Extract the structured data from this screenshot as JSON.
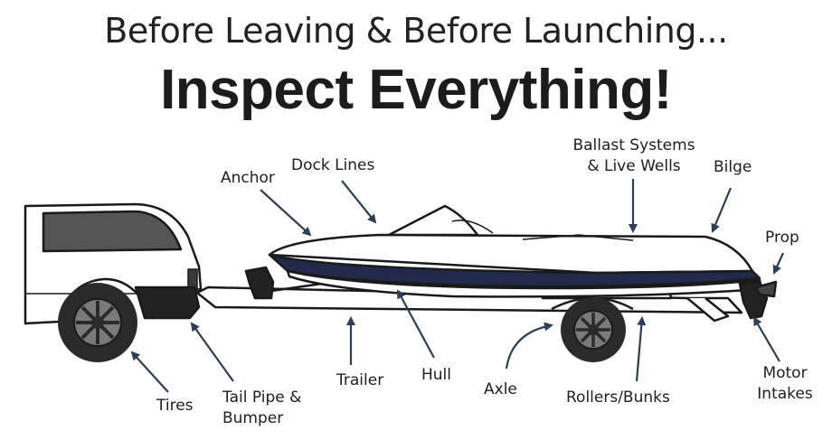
{
  "title_line1": "Before Leaving & Before Launching...",
  "title_line2": "Inspect Everything!",
  "labels": {
    "anchor": "Anchor",
    "dock_lines": "Dock Lines",
    "ballast": "Ballast Systems\n& Live Wells",
    "bilge": "Bilge",
    "prop": "Prop",
    "tires": "Tires",
    "tail_pipe": "Tail Pipe &\nBumper",
    "trailer": "Trailer",
    "hull": "Hull",
    "axle": "Axle",
    "rollers": "Rollers/Bunks",
    "motor": "Motor\nIntakes"
  },
  "colors": {
    "arrow": "#2d3e55",
    "hull_dark": "#212a4a",
    "outline": "#1a1a1a",
    "tire": "#2a2a2a",
    "rim": "#7a7a7a",
    "window": "#555555"
  }
}
